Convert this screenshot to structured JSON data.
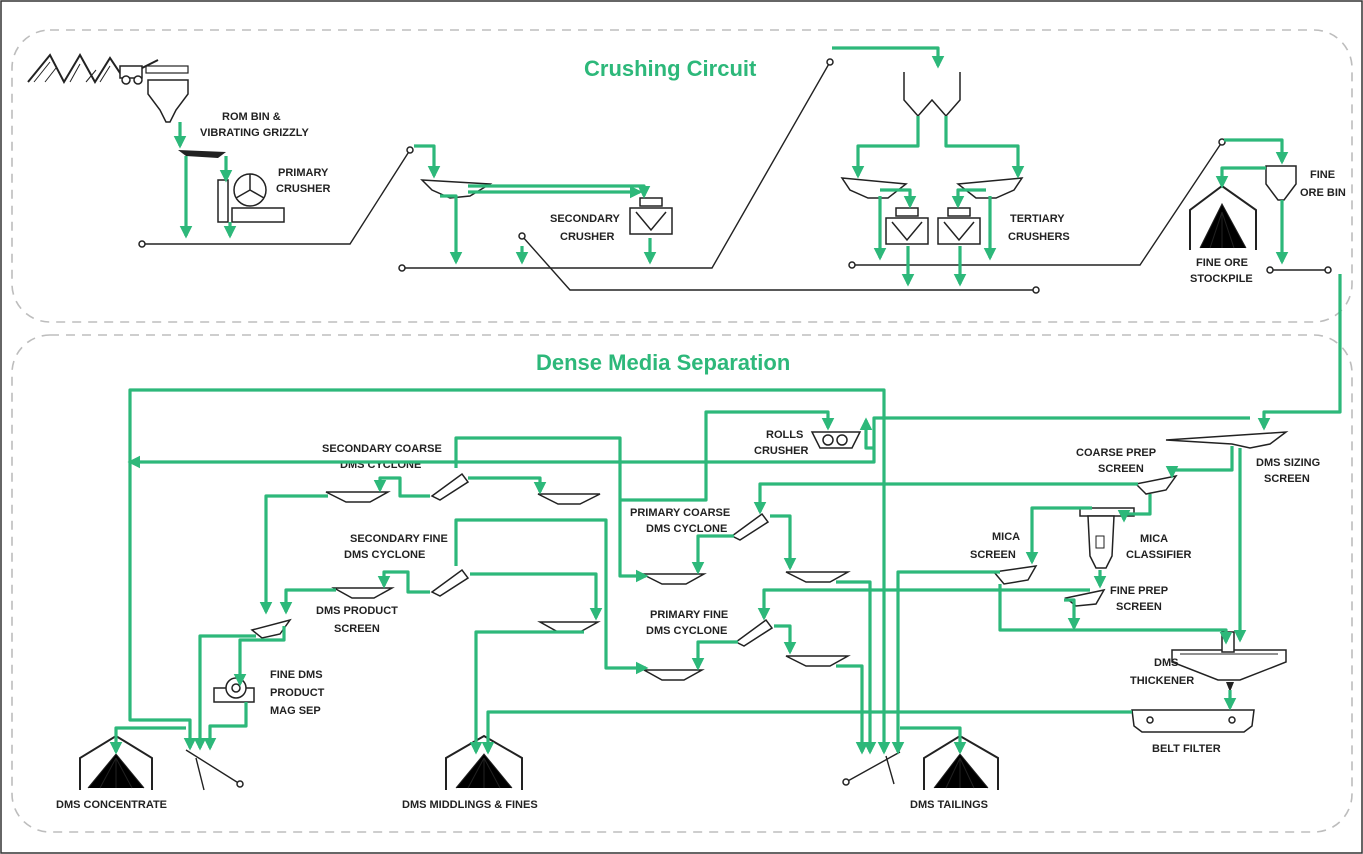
{
  "colors": {
    "flow": "#2db87a",
    "equipment": "#222222",
    "boundary": "#bdbdbd"
  },
  "sections": {
    "crushing": "Crushing Circuit",
    "dms": "Dense Media Separation"
  },
  "labels": {
    "rom_bin_1": "ROM BIN &",
    "rom_bin_2": "VIBRATING GRIZZLY",
    "primary_crusher_1": "PRIMARY",
    "primary_crusher_2": "CRUSHER",
    "secondary_crusher_1": "SECONDARY",
    "secondary_crusher_2": "CRUSHER",
    "tertiary_1": "TERTIARY",
    "tertiary_2": "CRUSHERS",
    "fine_ore_bin_1": "FINE",
    "fine_ore_bin_2": "ORE BIN",
    "fine_ore_stockpile_1": "FINE ORE",
    "fine_ore_stockpile_2": "STOCKPILE",
    "rolls_crusher_1": "ROLLS",
    "rolls_crusher_2": "CRUSHER",
    "sec_coarse_1": "SECONDARY COARSE",
    "sec_coarse_2": "DMS CYCLONE",
    "sec_fine_1": "SECONDARY FINE",
    "sec_fine_2": "DMS CYCLONE",
    "prim_coarse_1": "PRIMARY COARSE",
    "prim_coarse_2": "DMS CYCLONE",
    "prim_fine_1": "PRIMARY FINE",
    "prim_fine_2": "DMS CYCLONE",
    "coarse_prep_1": "COARSE PREP",
    "coarse_prep_2": "SCREEN",
    "dms_sizing_1": "DMS SIZING",
    "dms_sizing_2": "SCREEN",
    "mica_screen_1": "MICA",
    "mica_screen_2": "SCREEN",
    "mica_classifier_1": "MICA",
    "mica_classifier_2": "CLASSIFIER",
    "fine_prep_1": "FINE PREP",
    "fine_prep_2": "SCREEN",
    "dms_product_1": "DMS PRODUCT",
    "dms_product_2": "SCREEN",
    "fine_dms_1": "FINE DMS",
    "fine_dms_2": "PRODUCT",
    "fine_dms_3": "MAG SEP",
    "dms_thickener_1": "DMS",
    "dms_thickener_2": "THICKENER",
    "belt_filter": "BELT FILTER",
    "dms_concentrate": "DMS CONCENTRATE",
    "dms_middlings": "DMS MIDDLINGS & FINES",
    "dms_tailings": "DMS TAILINGS"
  }
}
